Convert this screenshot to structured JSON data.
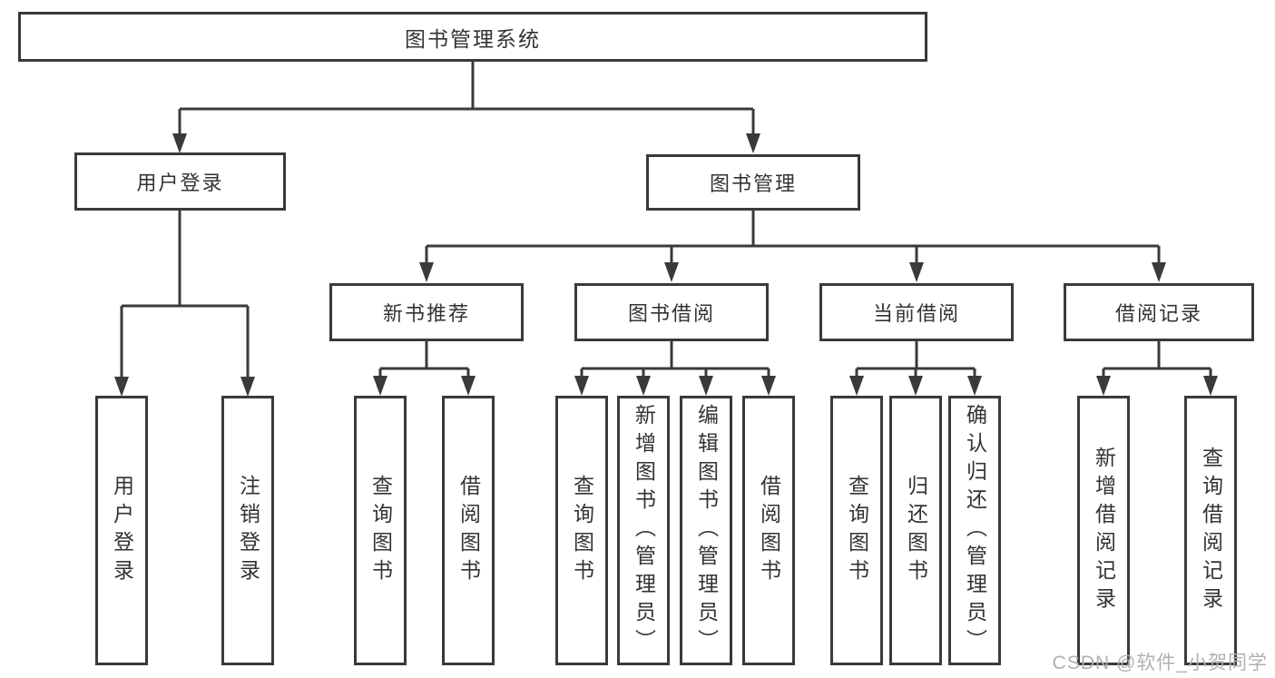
{
  "diagram_type": "hierarchy-tree",
  "tree": {
    "root": {
      "label": "图书管理系统",
      "children": [
        {
          "label": "用户登录",
          "children": [
            {
              "label": "用户登录"
            },
            {
              "label": "注销登录"
            }
          ]
        },
        {
          "label": "图书管理",
          "children": [
            {
              "label": "新书推荐",
              "children": [
                {
                  "label": "查询图书"
                },
                {
                  "label": "借阅图书"
                }
              ]
            },
            {
              "label": "图书借阅",
              "children": [
                {
                  "label": "查询图书"
                },
                {
                  "label": "新增图书（管理员）"
                },
                {
                  "label": "编辑图书（管理员）"
                },
                {
                  "label": "借阅图书"
                }
              ]
            },
            {
              "label": "当前借阅",
              "children": [
                {
                  "label": "查询图书"
                },
                {
                  "label": "归还图书"
                },
                {
                  "label": "确认归还（管理员）"
                }
              ]
            },
            {
              "label": "借阅记录",
              "children": [
                {
                  "label": "新增借阅记录"
                },
                {
                  "label": "查询借阅记录"
                }
              ]
            }
          ]
        }
      ]
    }
  },
  "watermark": {
    "text": "CSDN @软件_小贺同学"
  },
  "colors": {
    "line": "#3a3a3a",
    "text": "#333333",
    "watermark": "#b0b0b0",
    "background": "#ffffff"
  }
}
